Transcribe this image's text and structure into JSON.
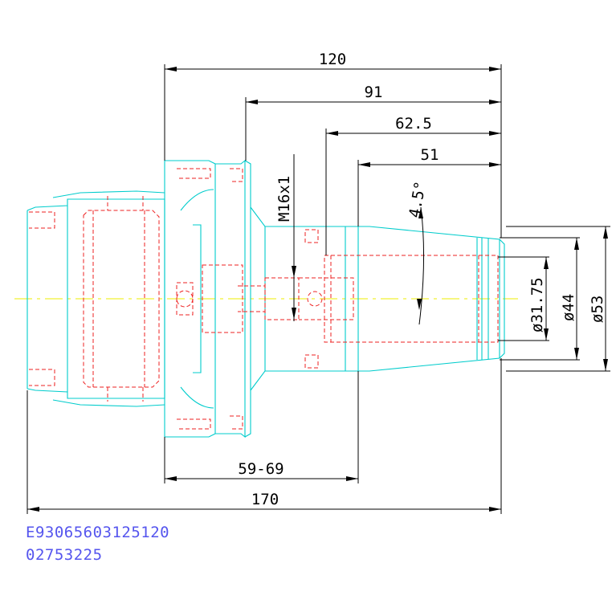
{
  "dimensions": {
    "len_120": "120",
    "len_91": "91",
    "len_62_5": "62.5",
    "len_51": "51",
    "angle": "4.5°",
    "thread": "M16x1",
    "dia_31_75": "ø31.75",
    "dia_44": "ø44",
    "dia_53": "ø53",
    "range_59_69": "59-69",
    "len_170": "170"
  },
  "codes": {
    "line1": "E93065603125120",
    "line2": "02753225"
  },
  "colors": {
    "outline": "#00cccc",
    "hidden": "#ee2222",
    "centerline": "#eeee00",
    "dimension": "#000000",
    "code_text": "#5555ee"
  }
}
